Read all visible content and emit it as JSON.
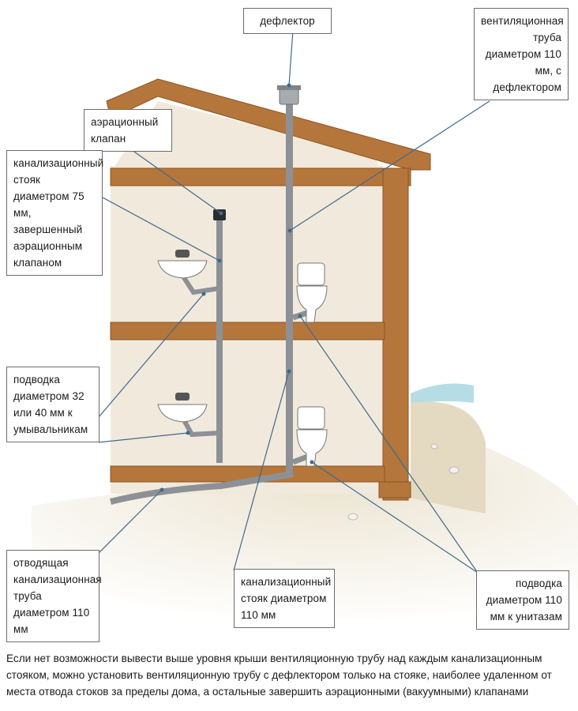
{
  "labels": {
    "deflector": "дефлектор",
    "vent_pipe": "вентиляционная труба диаметром 110 мм, с дефлектором",
    "aeration_valve": "аэрационный клапан",
    "riser_75": "канализационный стояк диаметром 75 мм, завершенный аэрационным клапаном",
    "sink_supply": "подводка диаметром 32 или 40 мм к умывальникам",
    "outlet_pipe": "отводящая канализационная труба диаметром 110 мм",
    "riser_110": "канализационный стояк диаметром 110 мм",
    "toilet_supply": "подводка диаметром 110 мм к унитазам"
  },
  "caption": "Если нет возможности вывести выше уровня крыши вентиляционную трубу над каждым канализационным стояком, можно установить вентиляционную трубу с дефлектором только на стояке, наиболее удаленном от места отвода стоков за пределы дома, а остальные завершить аэрационными (вакуумными) клапанами",
  "colors": {
    "wall": "#f1e9dc",
    "timber": "#b5763b",
    "pipe": "#8d9196",
    "leader": "#3f6a8e",
    "ground": "#e6dcc6",
    "water": "#a9d7e2"
  }
}
